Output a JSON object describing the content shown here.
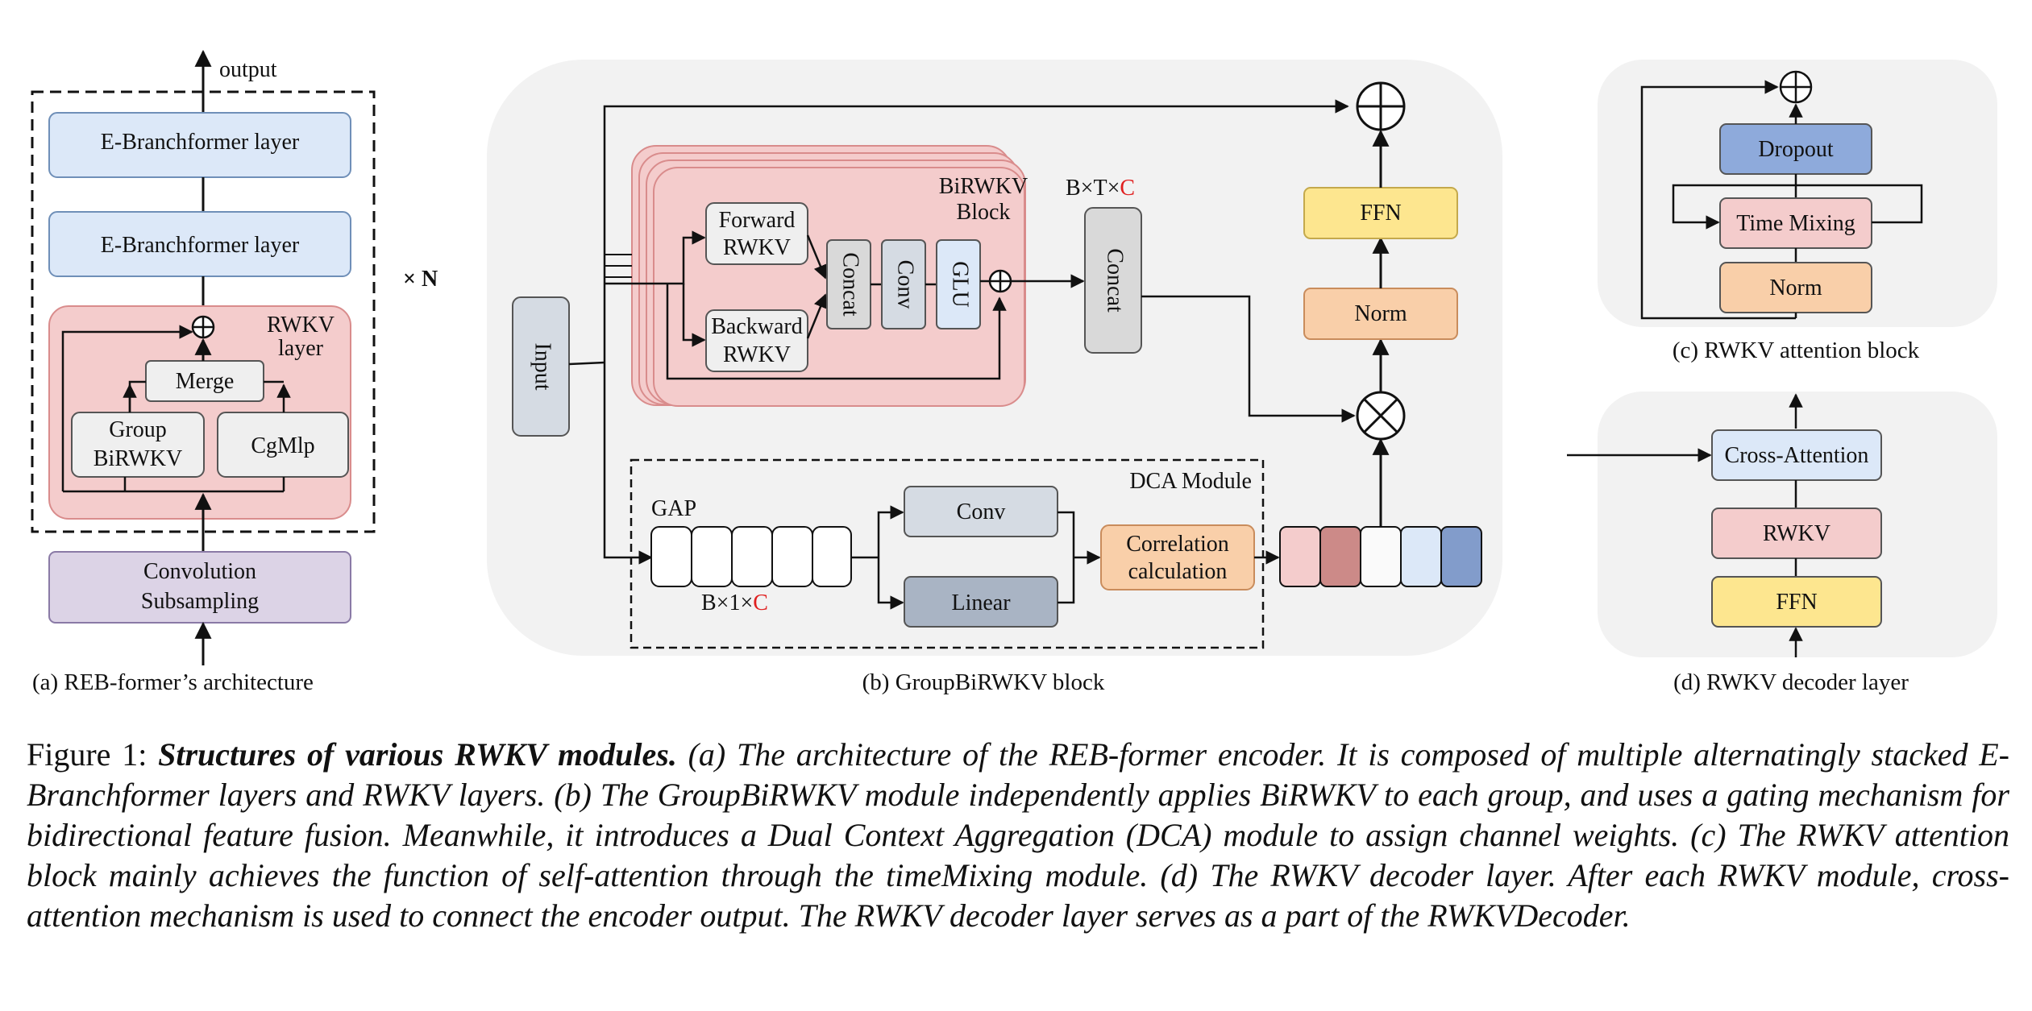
{
  "panel_a": {
    "output": "output",
    "layer_top": "E-Branchformer layer",
    "layer_mid": "E-Branchformer layer",
    "rwkv_layer_line1": "RWKV",
    "rwkv_layer_line2": "layer",
    "merge": "Merge",
    "group_line1": "Group",
    "group_line2": "BiRWKV",
    "cgmlp": "CgMlp",
    "repeat": "× N",
    "conv_line1": "Convolution",
    "conv_line2": "Subsampling",
    "caption": "(a) REB-former’s architecture"
  },
  "panel_b": {
    "input": "Input",
    "birwkv_line1": "BiRWKV",
    "birwkv_line2": "Block",
    "forward_line1": "Forward",
    "forward_line2": "RWKV",
    "backward_line1": "Backward",
    "backward_line2": "RWKV",
    "concat_inner": "Concat",
    "conv_inner": "Conv",
    "glu": "GLU",
    "dims_top_prefix": "B×T×",
    "dims_top_c": "C",
    "concat_outer": "Concat",
    "ffn": "FFN",
    "norm": "Norm",
    "dca_title": "DCA Module",
    "gap": "GAP",
    "dims_bottom_prefix": "B×1×",
    "dims_bottom_c": "C",
    "conv": "Conv",
    "linear": "Linear",
    "corr_line1": "Correlation",
    "corr_line2": "calculation",
    "caption": "(b) GroupBiRWKV block"
  },
  "panel_c": {
    "dropout": "Dropout",
    "time_mixing": "Time Mixing",
    "norm": "Norm",
    "caption": "(c) RWKV attention block"
  },
  "panel_d": {
    "cross_attention": "Cross-Attention",
    "rwkv": "RWKV",
    "ffn": "FFN",
    "caption": "(d) RWKV decoder layer"
  },
  "caption": {
    "figure_label": "Figure 1:",
    "title": "Structures of various RWKV modules.",
    "body": "(a) The architecture of the REB-former encoder. It is composed of multiple alternatingly stacked E-Branchformer layers and RWKV layers. (b) The GroupBiRWKV module independently applies BiRWKV to each group, and uses a gating mechanism for bidirectional feature fusion. Meanwhile, it introduces a Dual Context Aggregation (DCA) module to assign channel weights. (c) The RWKV attention block mainly achieves the function of self-attention through the timeMixing module. (d) The RWKV decoder layer. After each RWKV module, cross-attention mechanism is used to connect the encoder output. The RWKV decoder layer serves as a part of the RWKVDecoder."
  },
  "colors": {
    "light_blue": "#dce8f8",
    "pink": "#f4cccc",
    "lavender": "#dcd3e6",
    "gray": "#d9d9d9",
    "slate": "#d5dbe3",
    "slate_dark": "#a9b4c4",
    "peach": "#f9cfa9",
    "yellow": "#fde68f",
    "dropout_blue": "#8eaadb",
    "accent_red": "#e02020"
  }
}
